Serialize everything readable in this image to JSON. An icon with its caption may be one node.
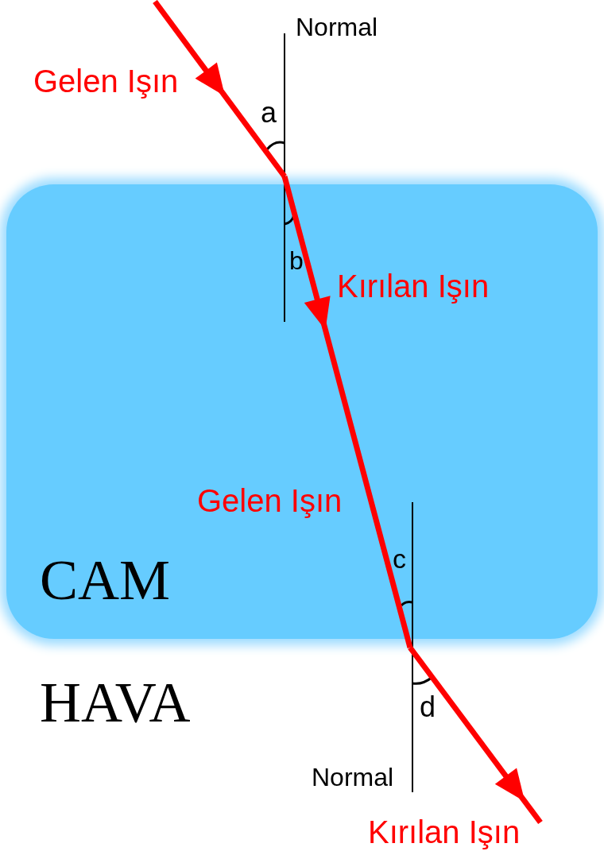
{
  "diagram": {
    "nodes": [
      {
        "text": [
          "CAM"
        ]
      }
    ],
    "labels": [
      "Normal",
      "Gelen Işın",
      "a",
      "b",
      "Kırılan Işın",
      "Gelen Işın",
      "c",
      "HAVA",
      "d",
      "Normal",
      "Kırılan Işın"
    ]
  }
}
